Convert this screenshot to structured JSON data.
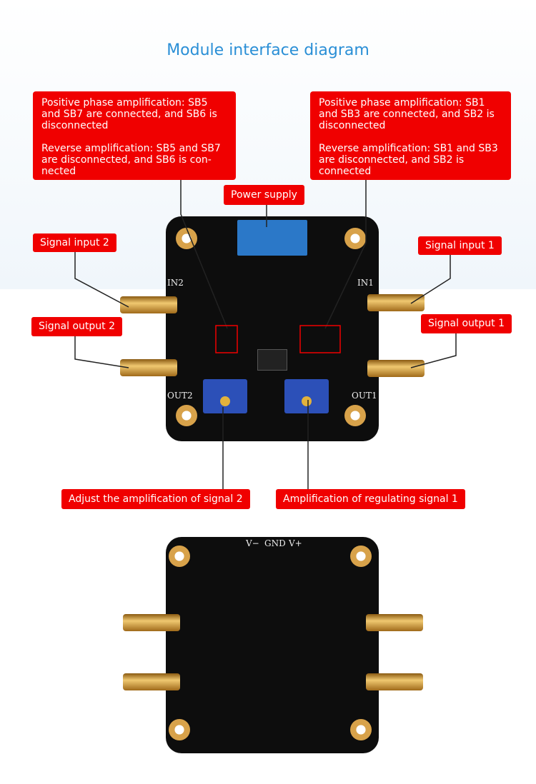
{
  "title": "Module interface diagram",
  "callouts": {
    "left": {
      "line1": "Positive phase amplification: SB5 and SB7 are connected, and SB6 is disconnected",
      "line2": "Reverse amplification: SB5 and SB7 are disconnected, and SB6 is con-nected"
    },
    "right": {
      "line1": "Positive phase amplification: SB1 and SB3 are connected, and SB2 is disconnected",
      "line2": "Reverse amplification: SB1 and SB3 are disconnected, and SB2 is connected"
    }
  },
  "labels": {
    "power": "Power supply",
    "in2": "Signal input 2",
    "out2": "Signal output 2",
    "in1": "Signal input 1",
    "out1": "Signal output 1",
    "adj2": "Adjust the amplification of signal 2",
    "adj1": "Amplification of regulating signal 1"
  },
  "silkscreen": {
    "in2": "IN2",
    "in1": "IN1",
    "out2": "OUT2",
    "out1": "OUT1",
    "vminus": "V−",
    "gnd": "GND",
    "vplus": "V+"
  },
  "colors": {
    "accent": "#2a8fd6",
    "label_bg": "#f00000"
  }
}
